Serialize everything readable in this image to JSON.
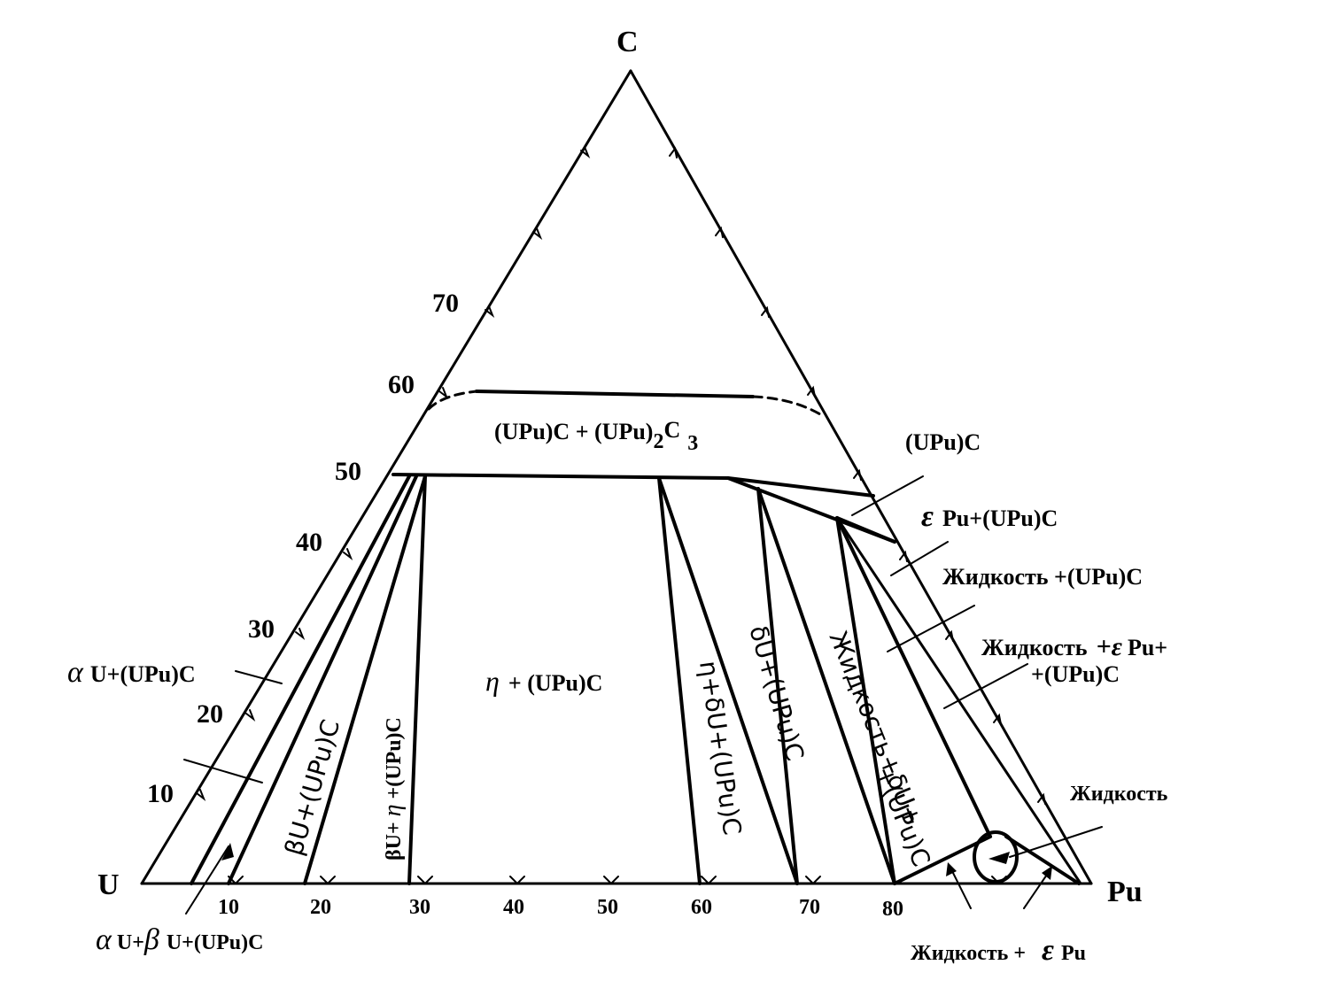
{
  "vertices": {
    "top": "C",
    "left": "U",
    "right": "Pu"
  },
  "left_edge_ticks": [
    "10",
    "20",
    "30",
    "40",
    "50",
    "60",
    "70"
  ],
  "bottom_ticks": [
    "10",
    "20",
    "30",
    "40",
    "50",
    "60",
    "70",
    "80"
  ],
  "regions": {
    "upc_upu2c3_a": "(UPu)C + (UPu)",
    "upc_upu2c3_sub2": "2",
    "upc_upu2c3_c": "C",
    "upc_upu2c3_sub3": "3",
    "upc": "(UPu)C",
    "eps_pu_upc_sym": "ε",
    "eps_pu_upc": "Pu+(UPu)C",
    "liq_upc": "Жидкость +(UPu)C",
    "liq_eps_1a": "Жидкость",
    "liq_eps_1sym": "+ε",
    "liq_eps_1b": "Pu+",
    "liq_eps_2": "+(UPu)C",
    "liquid": "Жидкость",
    "liq_eps_pu_a": "Жидкость +",
    "liq_eps_pu_sym": "ε",
    "liq_eps_pu_b": "Pu",
    "alpha_u_sym": "α",
    "alpha_u": "U+(UPu)C",
    "alpha_beta_sym1": "α",
    "alpha_beta_mid": "U+",
    "alpha_beta_sym2": "β",
    "alpha_beta_end": "U+(UPu)C",
    "beta_u_upc": "βU+(UPu)C",
    "beta_u_eta_a": "βU+",
    "beta_u_eta_sym": "η",
    "beta_u_eta_b": "+(UPu)C",
    "eta_upc_sym": "η",
    "eta_upc": "+ (UPu)C",
    "eta_delta": "η+δU+(UPu)C",
    "delta_upc": "δU+(UPu)C",
    "liq_delta_a": "Жидкость+δU+",
    "liq_delta_b": "+(UPu)C"
  }
}
